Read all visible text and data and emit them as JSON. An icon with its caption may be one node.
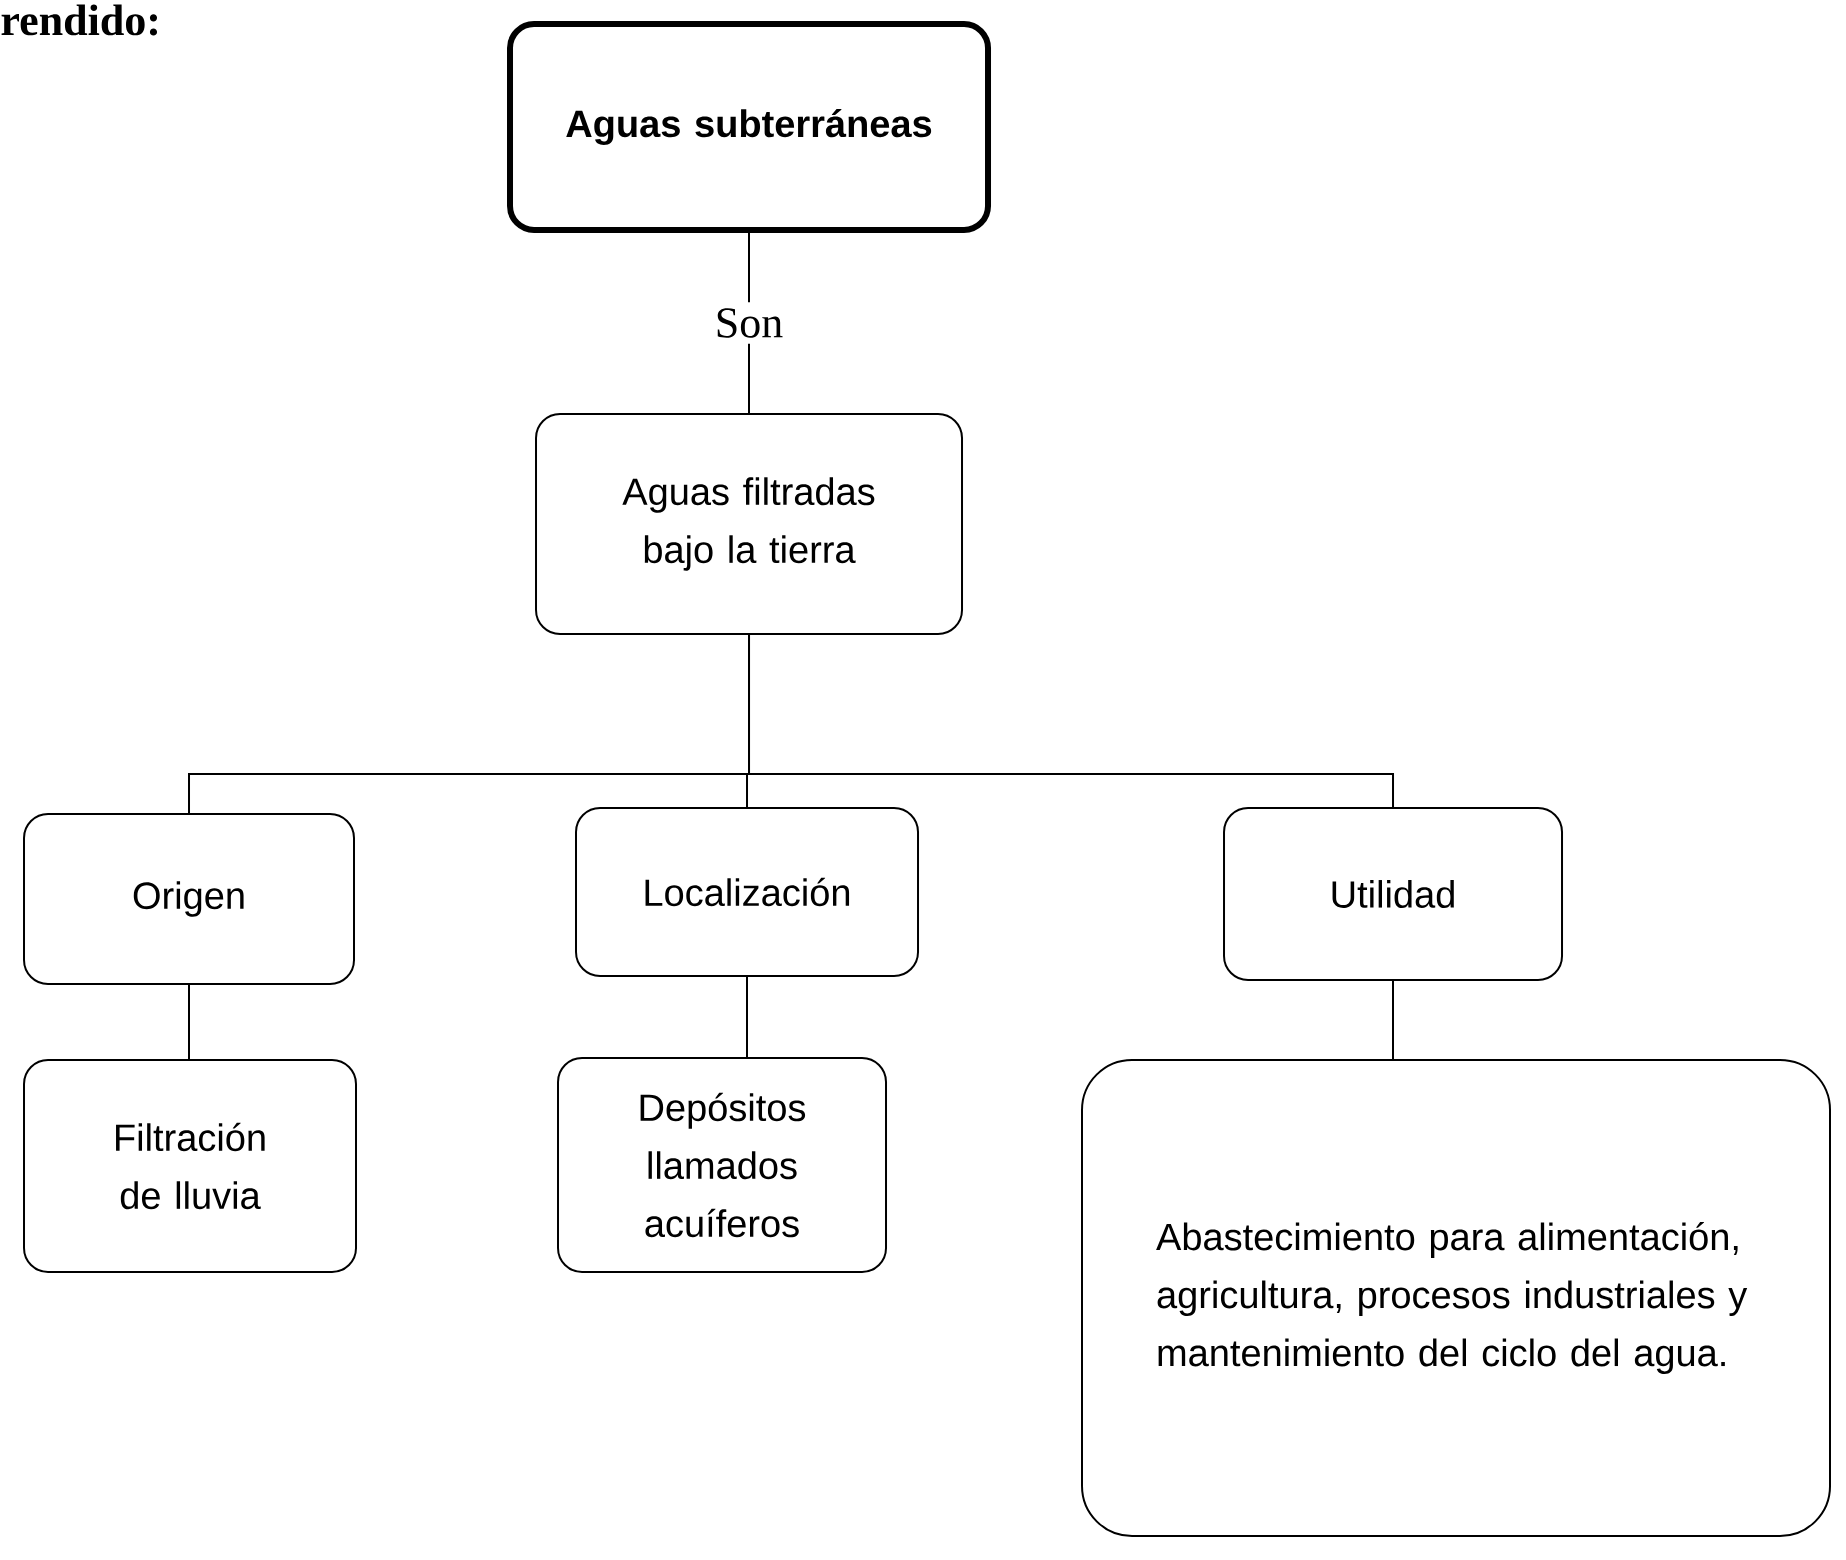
{
  "diagram": {
    "nodes": [
      {
        "text": [
          "Aguas subterráneas"
        ]
      },
      {
        "text": [
          "Aguas  filtradas bajo la tierra"
        ]
      },
      {
        "text": [
          "Origen"
        ]
      },
      {
        "text": [
          "Localización"
        ]
      },
      {
        "text": [
          "Utilidad"
        ]
      },
      {
        "text": [
          "Filtración de lluvia"
        ]
      },
      {
        "text": [
          "Depósitos llamados acuíferos"
        ]
      },
      {
        "text": [
          "Abastecimiento para alimentación, agricultura, procesos industriales y mantenimiento del ciclo del agua."
        ]
      }
    ],
    "edges": [
      {
        "from": 0,
        "to": 1,
        "arrow": "none",
        "label": "Son"
      },
      {
        "from": 1,
        "to": 2,
        "arrow": "none"
      },
      {
        "from": 1,
        "to": 3,
        "arrow": "none"
      },
      {
        "from": 1,
        "to": 4,
        "arrow": "none"
      },
      {
        "from": 2,
        "to": 5,
        "arrow": "none"
      },
      {
        "from": 3,
        "to": 6,
        "arrow": "none"
      },
      {
        "from": 4,
        "to": 7,
        "arrow": "none"
      }
    ],
    "labels": [
      "rendido:"
    ]
  }
}
